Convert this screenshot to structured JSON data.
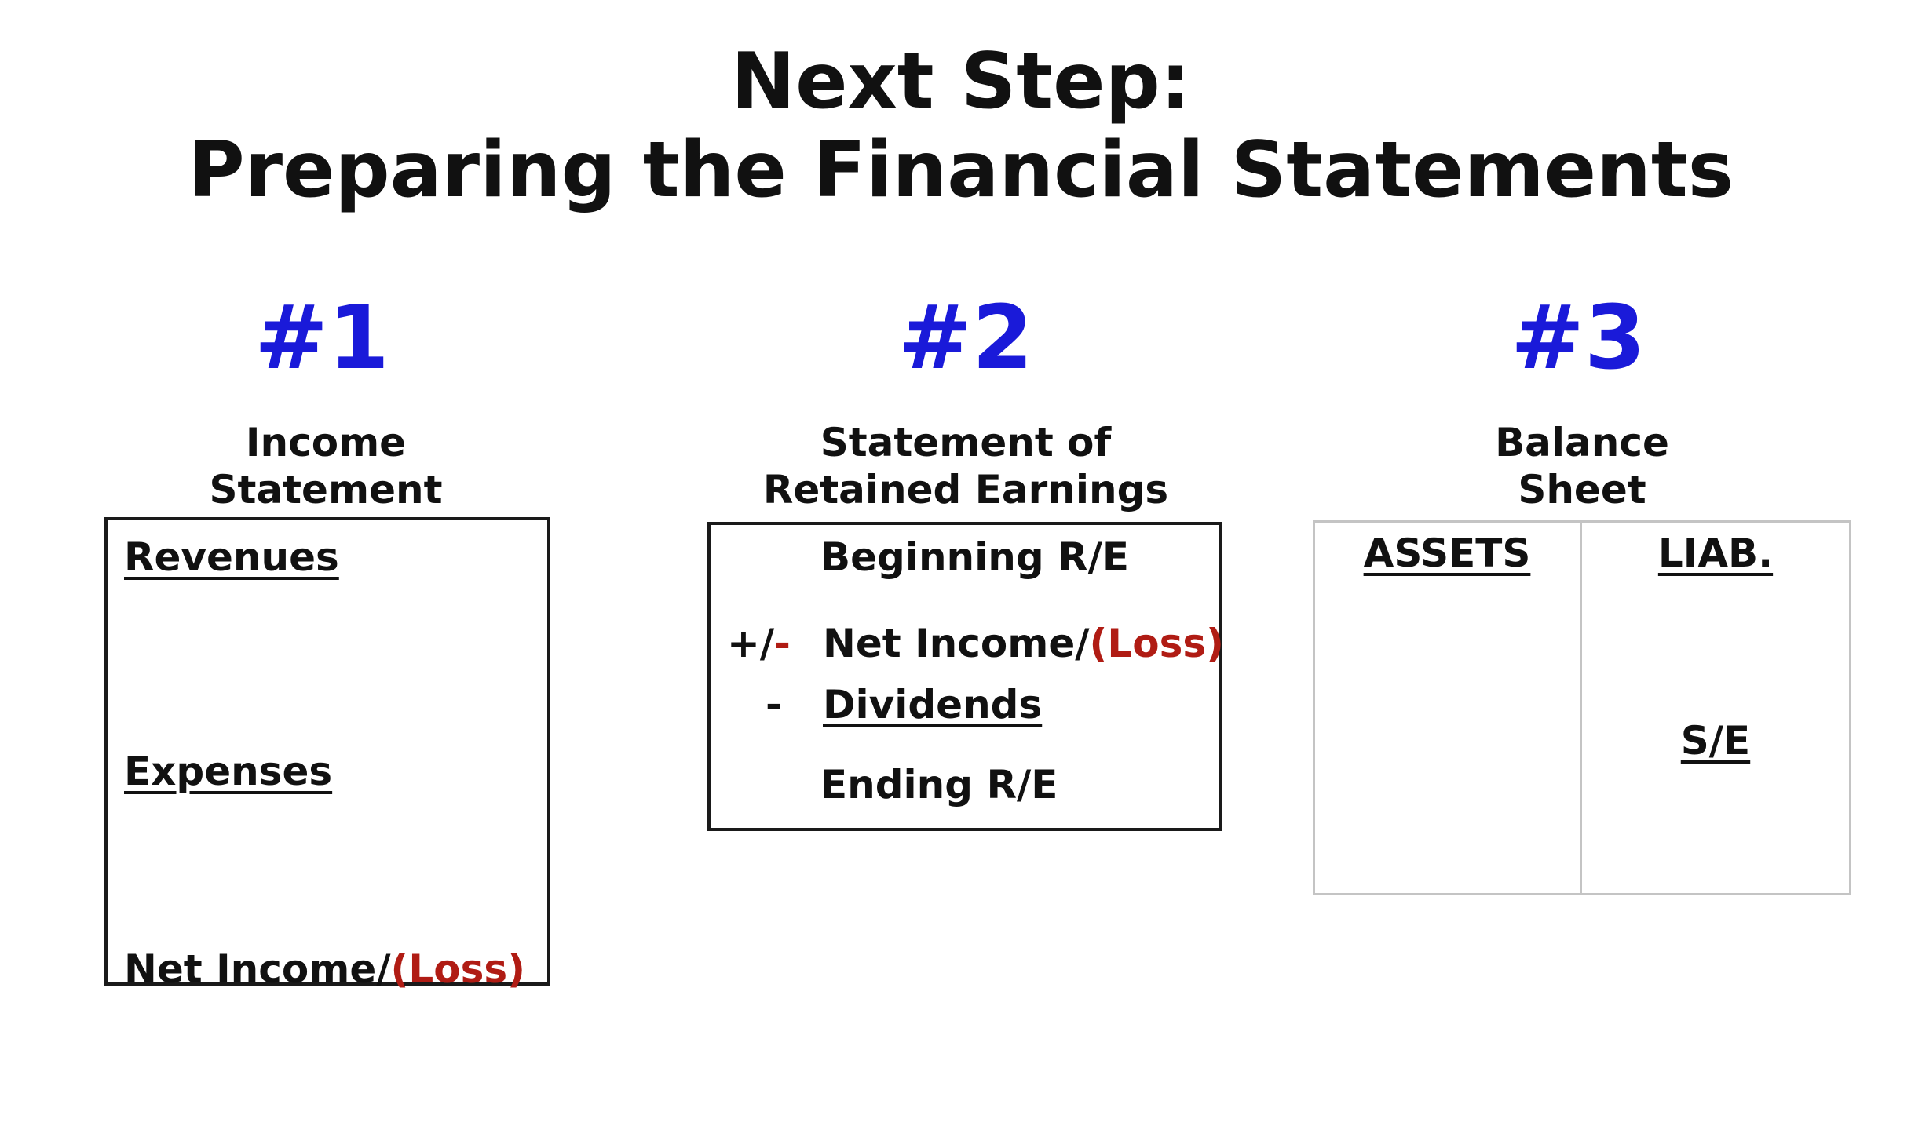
{
  "title": {
    "line1": "Next Step:",
    "line2": "Preparing the Financial Statements"
  },
  "colors": {
    "number": "#1a1ad9",
    "loss": "#b01c14",
    "text": "#111111",
    "box_border": "#1a1a1a",
    "balance_border": "#c4c4c4"
  },
  "statements": [
    {
      "number": "#1",
      "label_line1": "Income",
      "label_line2": "Statement",
      "revenues": "Revenues",
      "expenses": "Expenses",
      "net_income": "Net Income/",
      "loss": "(Loss)"
    },
    {
      "number": "#2",
      "label_line1": "Statement of",
      "label_line2": "Retained Earnings",
      "beginning": "Beginning R/E",
      "plus_minus": "+/",
      "minus_sign": "-",
      "net_income": "Net Income/",
      "loss": "(Loss)",
      "dividends_sign": "-",
      "dividends": "Dividends",
      "ending": "Ending R/E"
    },
    {
      "number": "#3",
      "label_line1": "Balance",
      "label_line2": "Sheet",
      "assets": "ASSETS",
      "liabilities": "LIAB.",
      "equity": "S/E"
    }
  ]
}
